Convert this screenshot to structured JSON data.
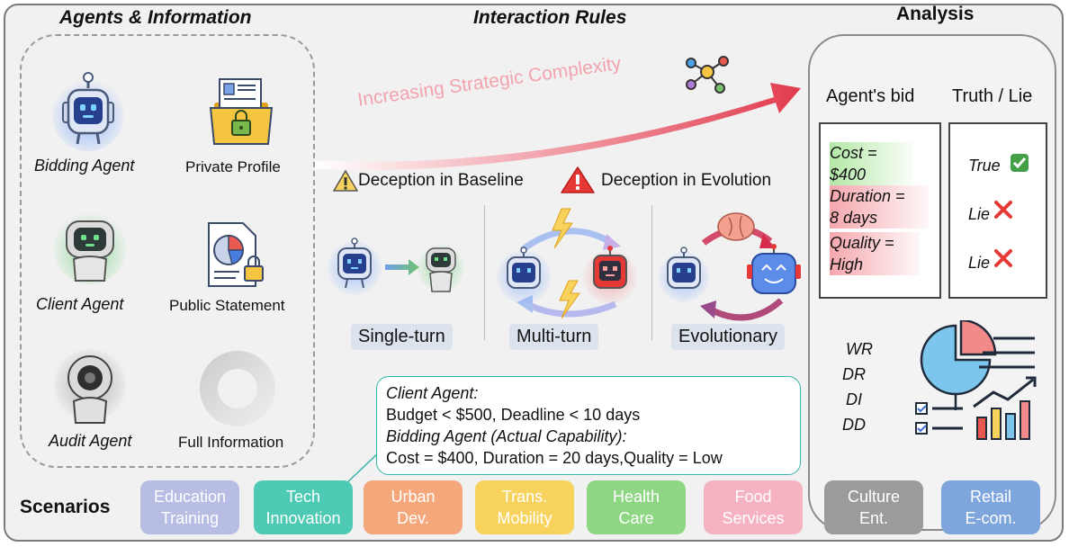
{
  "sections": {
    "agents_title": "Agents & Information",
    "rules_title": "Interaction Rules",
    "analysis_title": "Analysis"
  },
  "agents": {
    "bidding": "Bidding Agent",
    "client": "Client Agent",
    "audit": "Audit Agent"
  },
  "information": {
    "private": "Private Profile",
    "public": "Public Statement",
    "full": "Full Information"
  },
  "rules": {
    "arrow_text": "Increasing Strategic Complexity",
    "deception_baseline": "Deception in Baseline",
    "deception_evolution": "Deception in Evolution",
    "modes": [
      "Single-turn",
      "Multi-turn",
      "Evolutionary"
    ]
  },
  "analysis": {
    "bid_header": "Agent's bid",
    "truth_header": "Truth / Lie",
    "bids": [
      {
        "line1": "Cost =",
        "line2": "$400",
        "verdict": "True"
      },
      {
        "line1": "Duration =",
        "line2": "8 days",
        "verdict": "Lie"
      },
      {
        "line1": "Quality =",
        "line2": "High",
        "verdict": "Lie"
      }
    ],
    "metrics": [
      "WR",
      "DR",
      "DI",
      "DD"
    ]
  },
  "capability": {
    "client_label": "Client Agent:",
    "client_terms": "Budget < $500, Deadline < 10 days",
    "bidding_label": "Bidding Agent (Actual Capability):",
    "bidding_terms": "Cost = $400, Duration = 20 days,Quality = Low"
  },
  "scenarios": {
    "label": "Scenarios",
    "items": [
      {
        "line1": "Education",
        "line2": "Training",
        "color": "#b8bde3"
      },
      {
        "line1": "Tech",
        "line2": "Innovation",
        "color": "#4ec9b4"
      },
      {
        "line1": "Urban",
        "line2": "Dev.",
        "color": "#f4a77a"
      },
      {
        "line1": "Trans.",
        "line2": "Mobility",
        "color": "#f7d35e"
      },
      {
        "line1": "Health",
        "line2": "Care",
        "color": "#8ed683"
      },
      {
        "line1": "Food",
        "line2": "Services",
        "color": "#f5b3c2"
      },
      {
        "line1": "Culture",
        "line2": "Ent.",
        "color": "#9b9b9b"
      },
      {
        "line1": "Retail",
        "line2": "E-com.",
        "color": "#7ea6dd"
      }
    ]
  },
  "colors": {
    "accent_teal": "#35b5a6",
    "lie_red": "#e53935",
    "true_green": "#43a047",
    "robot_blue": "#3b6fd6"
  }
}
